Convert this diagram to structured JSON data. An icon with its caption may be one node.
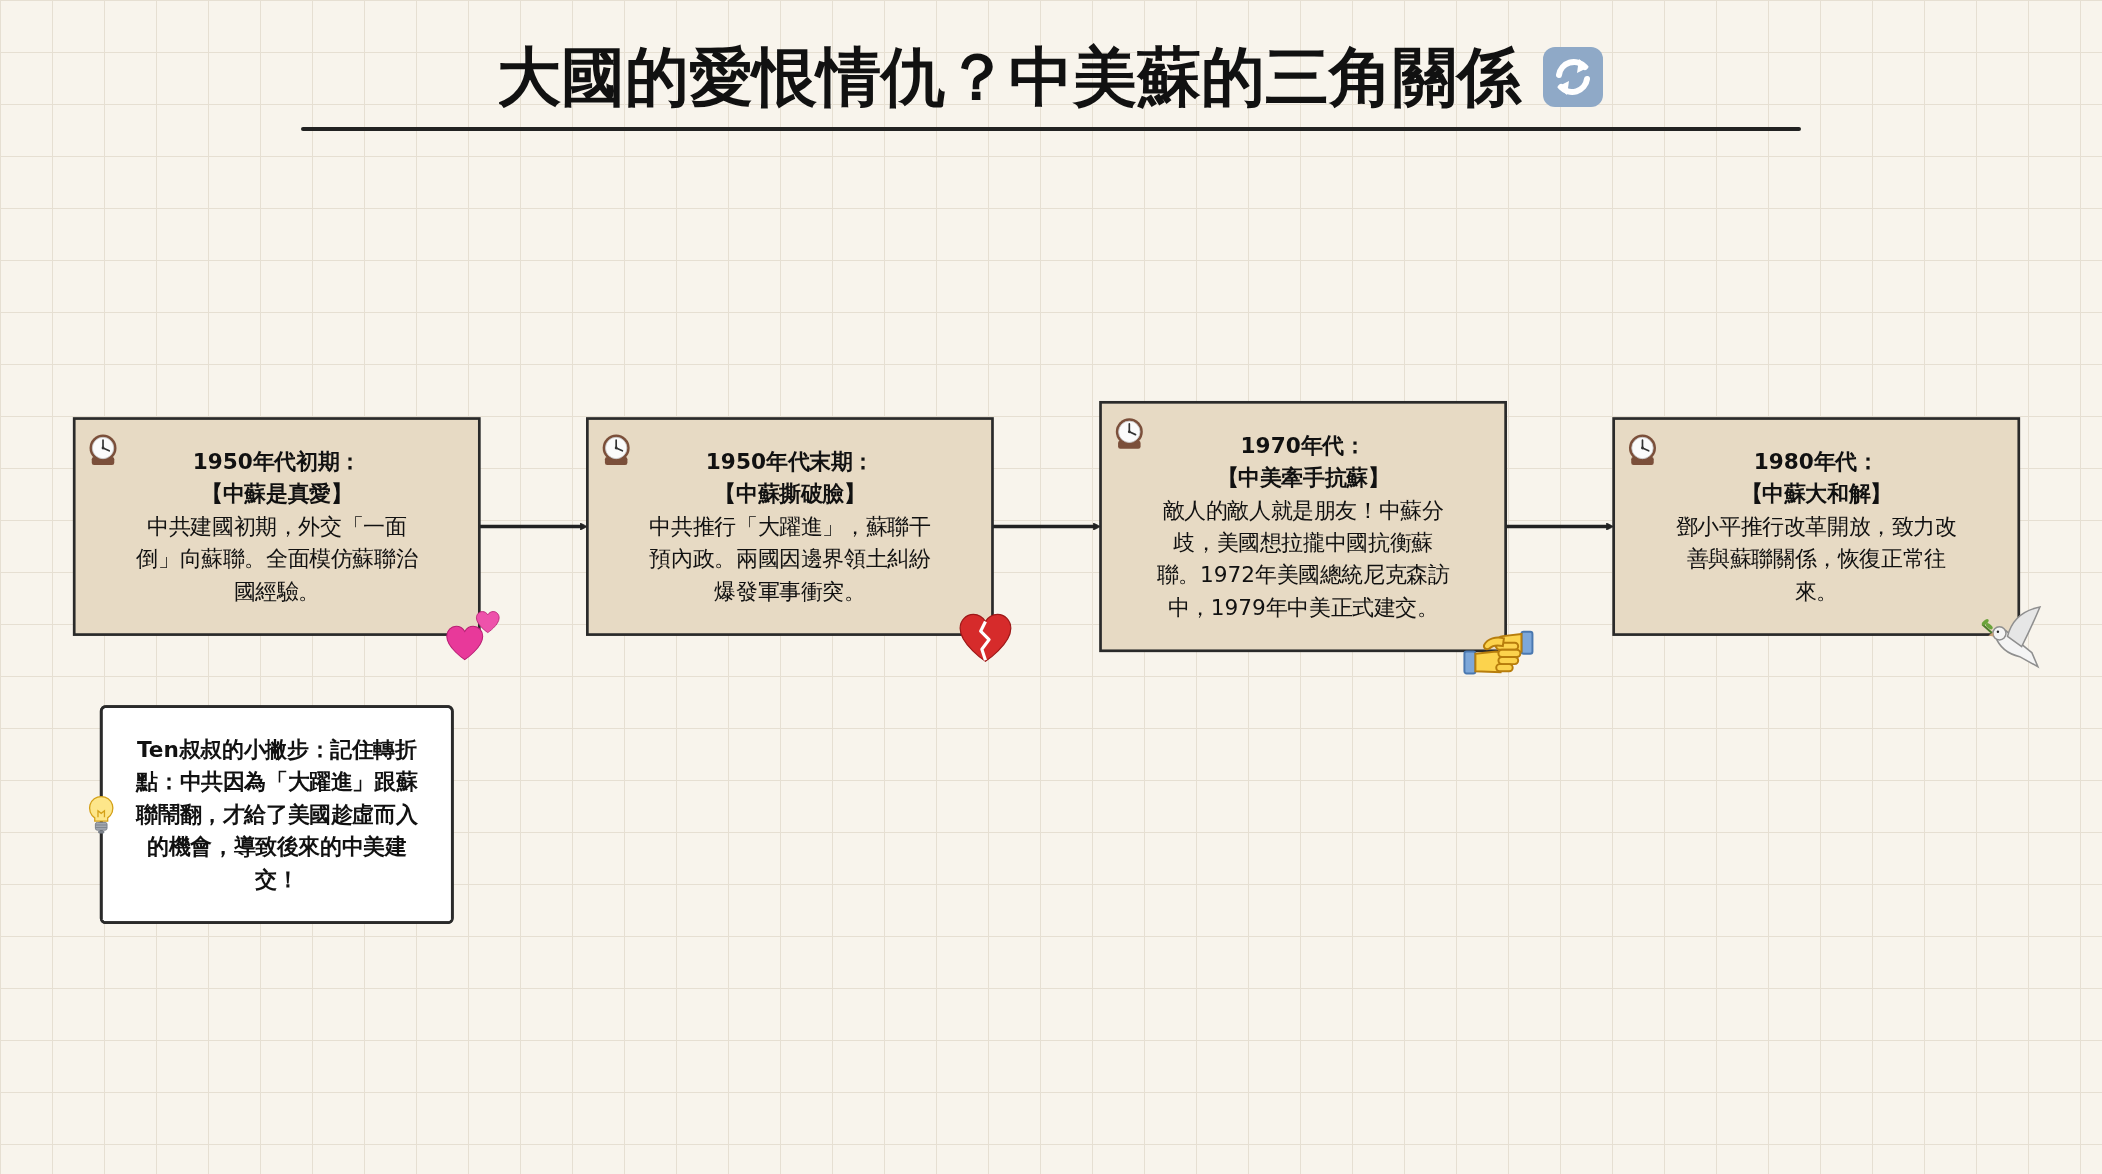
{
  "diagram": {
    "title": "大國的愛恨情仇？中美蘇的三角關係",
    "nodes": [
      {
        "text": [
          "1950年代初期：",
          "【中蘇是真愛】",
          "中共建國初期，外交「一面倒」向蘇聯。全面模仿蘇聯治國經驗。"
        ]
      },
      {
        "text": [
          "1950年代末期：",
          "【中蘇撕破臉】",
          "中共推行「大躍進」，蘇聯干預內政。兩國因邊界領土糾紛爆發軍事衝突。"
        ]
      },
      {
        "text": [
          "1970年代：",
          "【中美牽手抗蘇】",
          "敵人的敵人就是朋友！中蘇分歧，美國想拉攏中國抗衡蘇聯。1972年美國總統尼克森訪中，1979年中美正式建交。"
        ]
      },
      {
        "text": [
          "1980年代：",
          "【中蘇大和解】",
          "鄧小平推行改革開放，致力改善與蘇聯關係，恢復正常往來。"
        ]
      },
      {
        "text": [
          "Ten叔叔的小撇步：記住轉折點：中共因為「大躍進」跟蘇聯鬧翻，才給了美國趁虛而入的機會，導致後來的中美建交！"
        ]
      }
    ],
    "edges": [
      {
        "from": 0,
        "to": 1,
        "arrow": "to"
      },
      {
        "from": 1,
        "to": 2,
        "arrow": "to"
      },
      {
        "from": 2,
        "to": 3,
        "arrow": "to"
      }
    ]
  }
}
